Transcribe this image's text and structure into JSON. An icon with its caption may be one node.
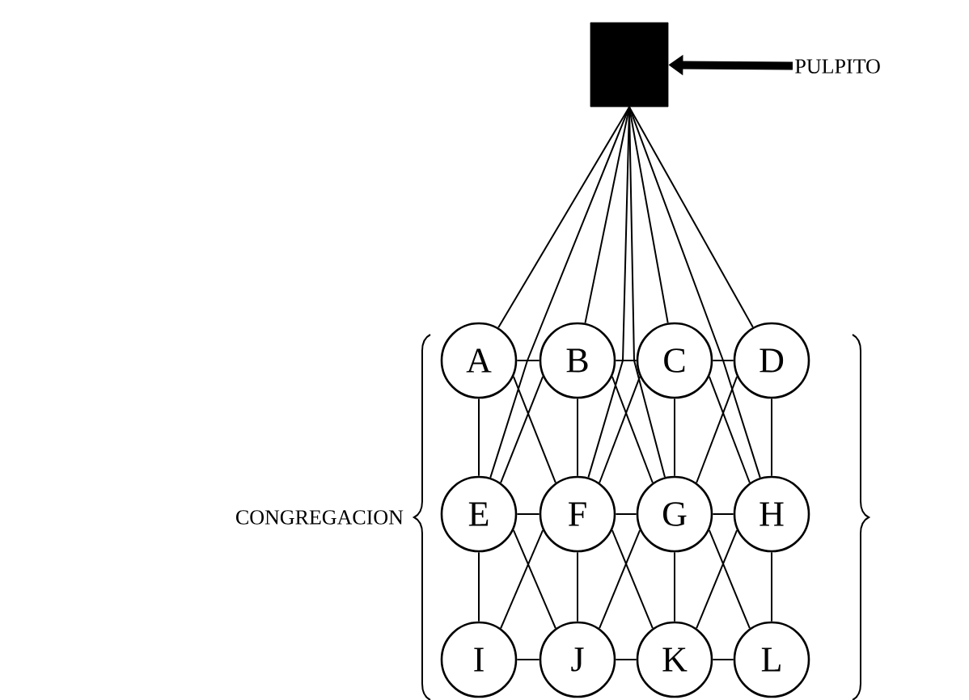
{
  "diagram": {
    "nodes": [
      {
        "text": [],
        "shape": "box"
      },
      {
        "text": [
          "PULPITO"
        ]
      },
      {
        "text": [
          "A"
        ]
      },
      {
        "text": [
          "B"
        ]
      },
      {
        "text": [
          "C"
        ]
      },
      {
        "text": [
          "D"
        ]
      },
      {
        "text": [
          "E"
        ]
      },
      {
        "text": [
          "F"
        ]
      },
      {
        "text": [
          "G"
        ]
      },
      {
        "text": [
          "H"
        ]
      },
      {
        "text": [
          "I"
        ]
      },
      {
        "text": [
          "J"
        ]
      },
      {
        "text": [
          "K"
        ]
      },
      {
        "text": [
          "L"
        ]
      }
    ],
    "edges": [
      {
        "from": 1,
        "to": 0,
        "arrow": "to",
        "style": "thick"
      },
      {
        "from": 0,
        "to": 2,
        "arrow": "none"
      },
      {
        "from": 0,
        "to": 3,
        "arrow": "none"
      },
      {
        "from": 0,
        "to": 4,
        "arrow": "none"
      },
      {
        "from": 0,
        "to": 5,
        "arrow": "none"
      },
      {
        "from": 0,
        "to": 6,
        "arrow": "none"
      },
      {
        "from": 0,
        "to": 7,
        "arrow": "none"
      },
      {
        "from": 0,
        "to": 8,
        "arrow": "none"
      },
      {
        "from": 0,
        "to": 9,
        "arrow": "none"
      },
      {
        "from": 2,
        "to": 3,
        "arrow": "none"
      },
      {
        "from": 3,
        "to": 4,
        "arrow": "none"
      },
      {
        "from": 4,
        "to": 5,
        "arrow": "none"
      },
      {
        "from": 6,
        "to": 7,
        "arrow": "none"
      },
      {
        "from": 7,
        "to": 8,
        "arrow": "none"
      },
      {
        "from": 8,
        "to": 9,
        "arrow": "none"
      },
      {
        "from": 10,
        "to": 11,
        "arrow": "none"
      },
      {
        "from": 11,
        "to": 12,
        "arrow": "none"
      },
      {
        "from": 12,
        "to": 13,
        "arrow": "none"
      },
      {
        "from": 2,
        "to": 6,
        "arrow": "none"
      },
      {
        "from": 3,
        "to": 7,
        "arrow": "none"
      },
      {
        "from": 4,
        "to": 8,
        "arrow": "none"
      },
      {
        "from": 5,
        "to": 9,
        "arrow": "none"
      },
      {
        "from": 6,
        "to": 10,
        "arrow": "none"
      },
      {
        "from": 7,
        "to": 11,
        "arrow": "none"
      },
      {
        "from": 8,
        "to": 12,
        "arrow": "none"
      },
      {
        "from": 9,
        "to": 13,
        "arrow": "none"
      },
      {
        "from": 2,
        "to": 7,
        "arrow": "none"
      },
      {
        "from": 3,
        "to": 6,
        "arrow": "none"
      },
      {
        "from": 3,
        "to": 8,
        "arrow": "none"
      },
      {
        "from": 4,
        "to": 7,
        "arrow": "none"
      },
      {
        "from": 4,
        "to": 9,
        "arrow": "none"
      },
      {
        "from": 5,
        "to": 8,
        "arrow": "none"
      },
      {
        "from": 6,
        "to": 11,
        "arrow": "none"
      },
      {
        "from": 7,
        "to": 10,
        "arrow": "none"
      },
      {
        "from": 7,
        "to": 12,
        "arrow": "none"
      },
      {
        "from": 8,
        "to": 11,
        "arrow": "none"
      },
      {
        "from": 8,
        "to": 13,
        "arrow": "none"
      },
      {
        "from": 9,
        "to": 12,
        "arrow": "none"
      }
    ],
    "labels": [
      "CONGREGACION"
    ]
  }
}
